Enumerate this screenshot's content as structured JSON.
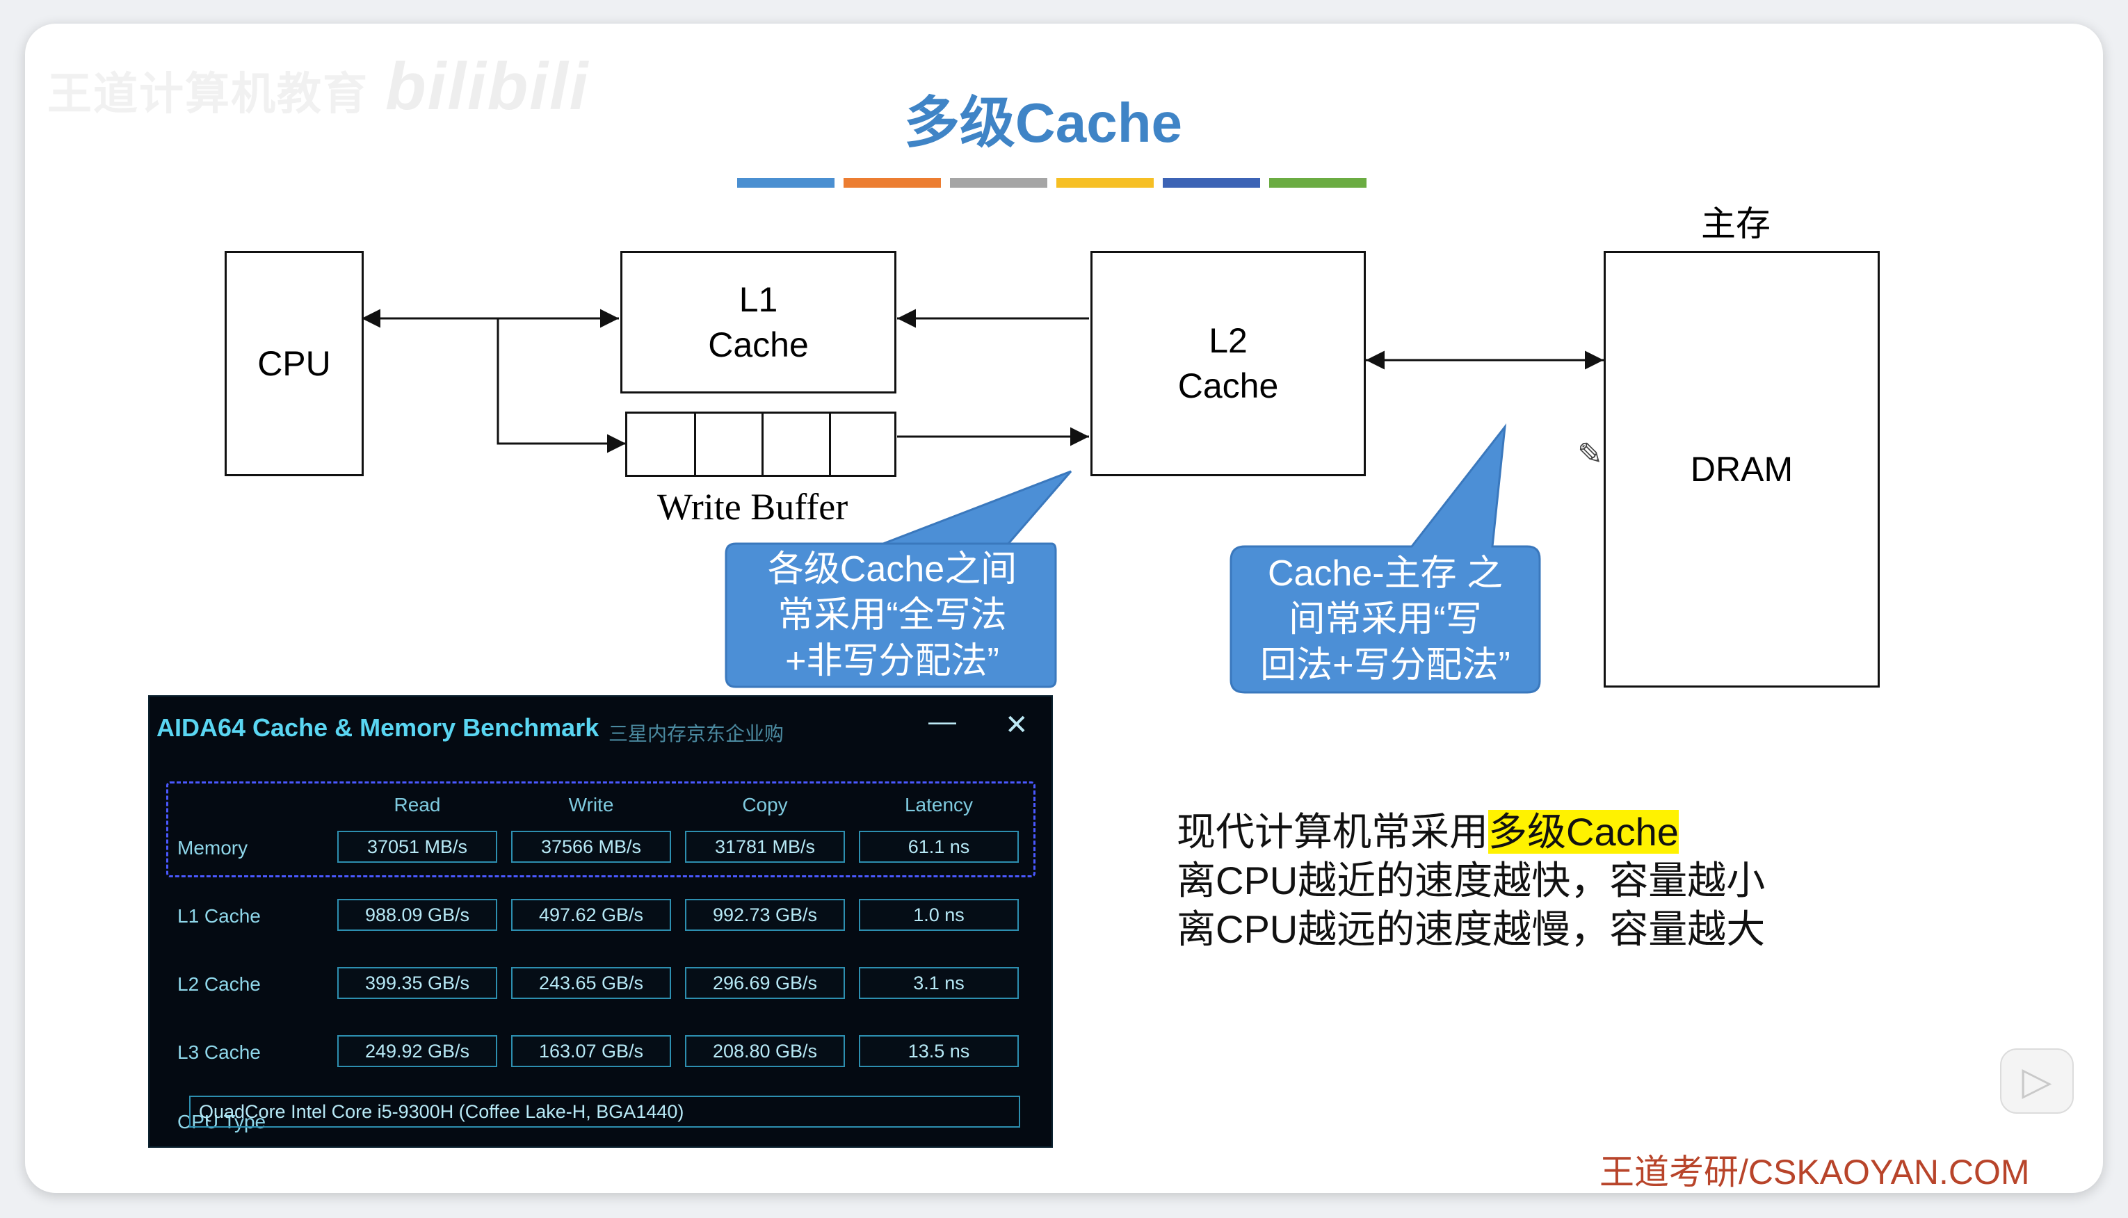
{
  "watermark": {
    "text": "王道计算机教育",
    "site": "bilibili"
  },
  "title": "多级Cache",
  "color_strip": [
    "#4a8fd1",
    "#ec7d31",
    "#a5a5a5",
    "#f6bf24",
    "#3c63b5",
    "#6bac42"
  ],
  "diagram": {
    "cpu": "CPU",
    "l1": "L1\nCache",
    "write_buffer": "Write Buffer",
    "l2": "L2\nCache",
    "main_memory_label": "主存",
    "dram": "DRAM"
  },
  "callouts": {
    "left": "各级Cache之间\n常采用“全写法\n+非写分配法”",
    "right": "Cache-主存 之\n间常采用“写\n回法+写分配法”",
    "fill": "#4c8fd6"
  },
  "aida": {
    "title": "AIDA64 Cache & Memory Benchmark",
    "subtitle": "三星内存京东企业购",
    "minimize": "—",
    "close": "✕",
    "columns": [
      "Read",
      "Write",
      "Copy",
      "Latency"
    ],
    "rows": [
      {
        "label": "Memory",
        "values": [
          "37051 MB/s",
          "37566 MB/s",
          "31781 MB/s",
          "61.1 ns"
        ]
      },
      {
        "label": "L1 Cache",
        "values": [
          "988.09 GB/s",
          "497.62 GB/s",
          "992.73 GB/s",
          "1.0 ns"
        ]
      },
      {
        "label": "L2 Cache",
        "values": [
          "399.35 GB/s",
          "243.65 GB/s",
          "296.69 GB/s",
          "3.1 ns"
        ]
      },
      {
        "label": "L3 Cache",
        "values": [
          "249.92 GB/s",
          "163.07 GB/s",
          "208.80 GB/s",
          "13.5 ns"
        ]
      }
    ],
    "cpu_type_label": "CPU Type",
    "cpu_type_value": "QuadCore Intel Core i5-9300H  (Coffee Lake-H, BGA1440)"
  },
  "description": {
    "line1_prefix": "现代计算机常采用",
    "line1_highlight": "多级Cache",
    "line2": "离CPU越近的速度越快，容量越小",
    "line3": "离CPU越远的速度越慢，容量越大"
  },
  "footer": {
    "brand": "王道考研/CSKAOYAN.COM"
  }
}
